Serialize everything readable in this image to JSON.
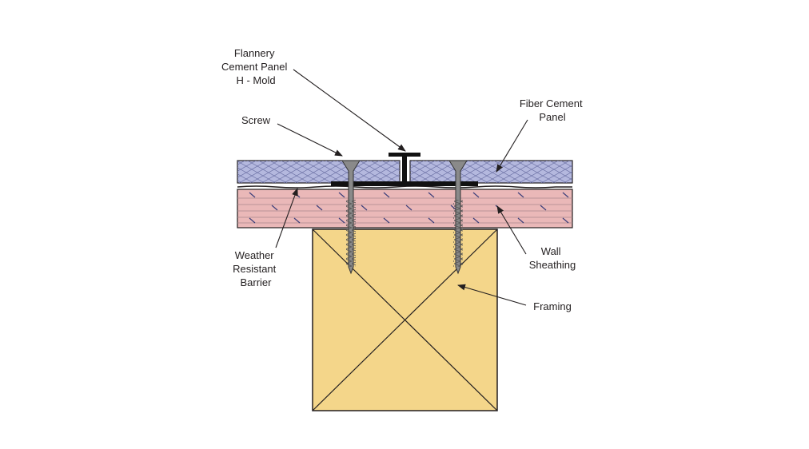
{
  "labels": {
    "h_mold": [
      "Flannery",
      "Cement Panel",
      "H - Mold"
    ],
    "screw": [
      "Screw"
    ],
    "fiber_cement_panel": [
      "Fiber Cement",
      "Panel"
    ],
    "weather_resistant_barrier": [
      "Weather",
      "Resistant",
      "Barrier"
    ],
    "wall_sheathing": [
      "Wall",
      "Sheathing"
    ],
    "framing": [
      "Framing"
    ]
  },
  "colors": {
    "fiber_cement_panel": "#b4b8de",
    "fiber_cement_hatch": "#6a6fa3",
    "wall_sheathing": "#eab8b8",
    "sheathing_mark": "#3c3f7a",
    "framing": "#f4d68a",
    "screw": "#8a8a8a",
    "h_mold": "#111111",
    "line": "#231f20"
  }
}
